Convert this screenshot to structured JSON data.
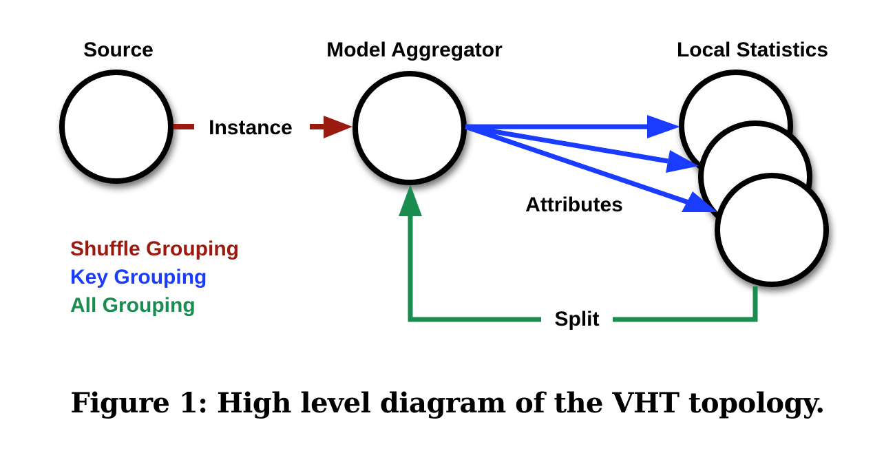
{
  "colors": {
    "shuffle": "#9a1a10",
    "key": "#1a3cff",
    "all": "#1a8c50",
    "node_stroke": "#000000",
    "node_fill": "#ffffff"
  },
  "nodes": {
    "source": {
      "title": "Source"
    },
    "aggregator": {
      "title": "Model Aggregator"
    },
    "local_stats": {
      "title": "Local Statistics",
      "count": 3
    }
  },
  "edges": {
    "instance": {
      "label": "Instance",
      "grouping": "Shuffle Grouping",
      "from": "Source",
      "to": "Model Aggregator"
    },
    "attributes": {
      "label": "Attributes",
      "grouping": "Key Grouping",
      "from": "Model Aggregator",
      "to": "Local Statistics",
      "count": 3
    },
    "split": {
      "label": "Split",
      "grouping": "All Grouping",
      "from": "Local Statistics",
      "to": "Model Aggregator"
    }
  },
  "legend": [
    {
      "label": "Shuffle Grouping",
      "color": "#9a1a10"
    },
    {
      "label": "Key Grouping",
      "color": "#1a3cff"
    },
    {
      "label": "All Grouping",
      "color": "#1a8c50"
    }
  ],
  "caption": "Figure 1: High level diagram of the VHT topology."
}
